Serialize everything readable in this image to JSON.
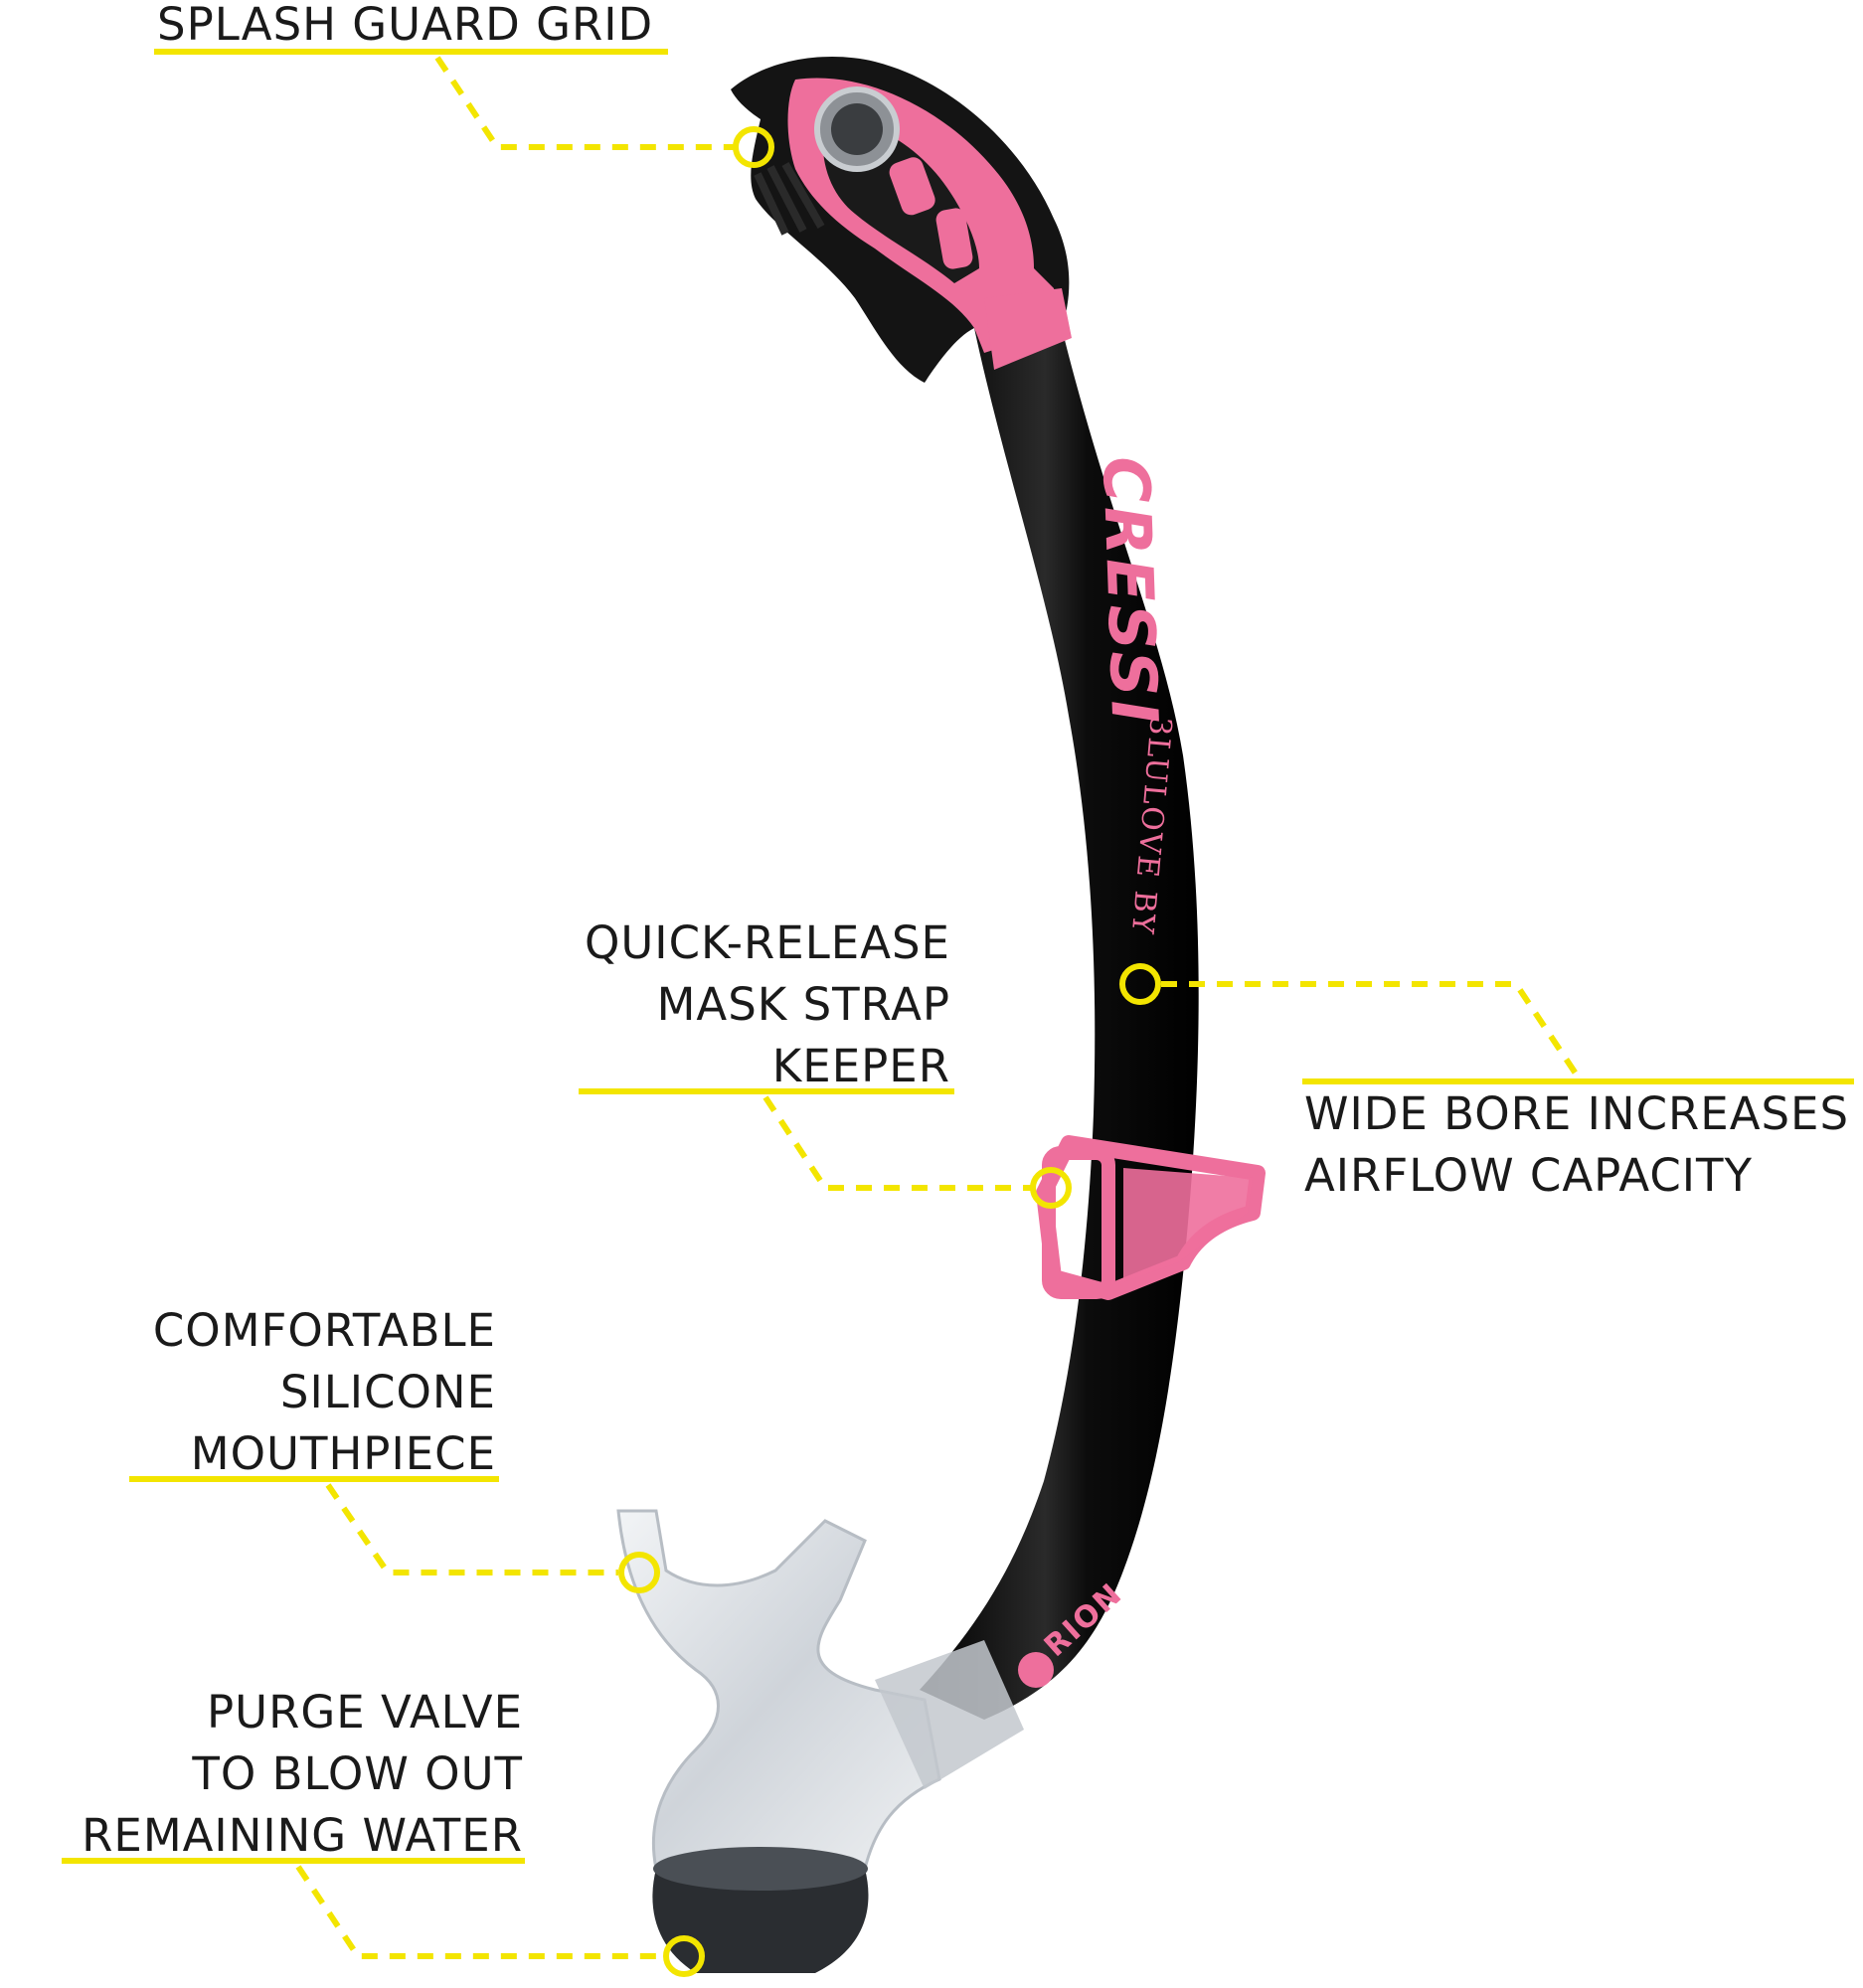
{
  "colors": {
    "accent_yellow": "#f3e500",
    "tube_black": "#141414",
    "pink": "#ee6f9c",
    "clear_silicone": "#d9dde2",
    "text": "#1a1a1a"
  },
  "product": {
    "brand": "CRESSI",
    "model_line": "3LULOVE BY",
    "model_name": "ORION"
  },
  "callouts": {
    "splash_guard": {
      "lines": [
        "SPLASH GUARD GRID"
      ]
    },
    "strap_keeper": {
      "lines": [
        "QUICK-RELEASE",
        "MASK STRAP",
        "KEEPER"
      ]
    },
    "wide_bore": {
      "lines": [
        "WIDE BORE INCREASES",
        "AIRFLOW CAPACITY"
      ]
    },
    "mouthpiece": {
      "lines": [
        "COMFORTABLE",
        "SILICONE",
        "MOUTHPIECE"
      ]
    },
    "purge_valve": {
      "lines": [
        "PURGE VALVE",
        "TO BLOW OUT",
        "REMAINING WATER"
      ]
    }
  }
}
